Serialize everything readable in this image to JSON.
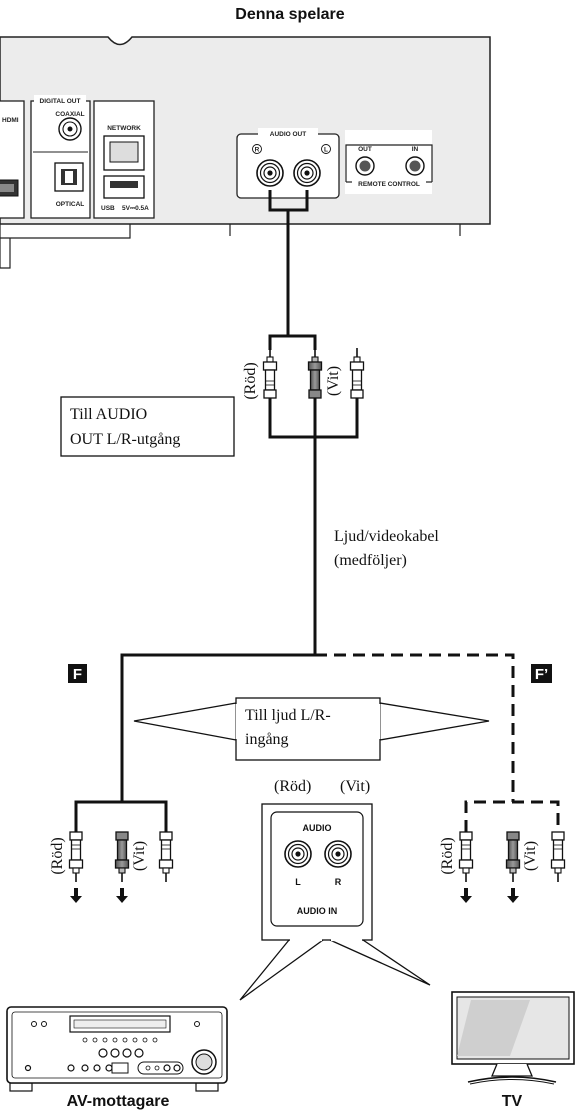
{
  "player": {
    "title": "Denna spelare",
    "hdmi": "HDMI",
    "digital_out": "DIGITAL OUT",
    "coaxial": "COAXIAL",
    "optical": "OPTICAL",
    "network": "NETWORK",
    "usb": "USB",
    "usb_rating": "5V⎓0.5A",
    "audio_out": "AUDIO OUT",
    "audio_out_r": "R",
    "audio_out_l": "L",
    "remote_out": "OUT",
    "remote_in": "IN",
    "remote_control": "REMOTE CONTROL"
  },
  "cable_top": {
    "red": "(Röd)",
    "white": "(Vit)",
    "callout": [
      "Till AUDIO",
      "OUT L/R-utgång"
    ]
  },
  "cable_desc": [
    "Ljud/videokabel",
    "(medföljer)"
  ],
  "badge_f": "F",
  "badge_f_prime": "F’",
  "input_callout": [
    "Till ljud L/R-",
    "ingång"
  ],
  "panel": {
    "red": "(Röd)",
    "white": "(Vit)",
    "audio": "AUDIO",
    "l": "L",
    "r": "R",
    "audio_in": "AUDIO IN"
  },
  "left_plugs": {
    "red": "(Röd)",
    "white": "(Vit)"
  },
  "right_plugs": {
    "red": "(Röd)",
    "white": "(Vit)"
  },
  "av_receiver": "AV-mottagare",
  "tv": "TV"
}
